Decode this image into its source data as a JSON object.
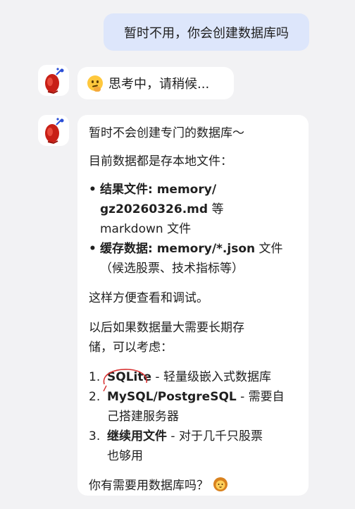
{
  "user_message": "暂时不用，你会创建数据库吗",
  "thinking": {
    "text": "思考中，请稍候..."
  },
  "answer": {
    "intro": "暂时不会创建专门的数据库～",
    "storage_intro": "目前数据都是存本地文件：",
    "storage_items": [
      {
        "label": "结果文件",
        "sep": ": ",
        "value_line1": "memory/",
        "value_line2": "gz20260326.md",
        "suffix_line2": " 等",
        "line3": "markdown 文件"
      },
      {
        "label": "缓存数据",
        "sep": ": ",
        "value_line1": "memory/*.json",
        "suffix_line1": " 文件",
        "line2": "（候选股票、技术指标等）"
      }
    ],
    "convenience": "这样方便查看和调试。",
    "future_line1": "以后如果数据量大需要长期存",
    "future_line2": "储，可以考虑：",
    "options": [
      {
        "num": "1.",
        "name": "SQLite",
        "desc": " - 轻量级嵌入式数据库"
      },
      {
        "num": "2.",
        "name": "MySQL/PostgreSQL",
        "desc": " - 需要自",
        "line2": "己搭建服务器"
      },
      {
        "num": "3.",
        "name": "继续用文件",
        "desc": " - 对于几千只股票",
        "line2": "也够用"
      }
    ],
    "question": "你有需要用数据库吗？"
  }
}
